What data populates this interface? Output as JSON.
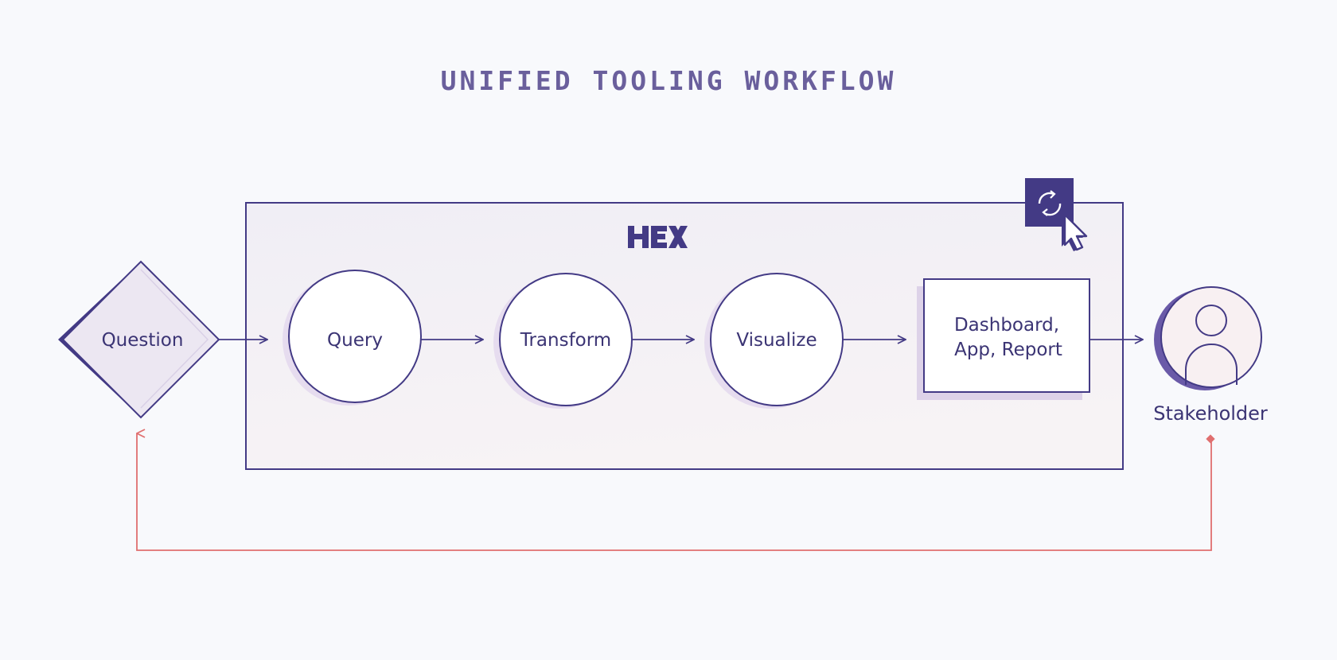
{
  "title": "UNIFIED TOOLING WORKFLOW",
  "brand": {
    "logo_text": "HEX"
  },
  "nodes": {
    "question": "Question",
    "query": "Query",
    "transform": "Transform",
    "visualize": "Visualize",
    "output_line1": "Dashboard,",
    "output_line2": "App, Report",
    "stakeholder": "Stakeholder"
  },
  "icons": {
    "refresh": "refresh-icon",
    "cursor": "cursor-arrow-icon",
    "person": "person-icon"
  },
  "colors": {
    "primary": "#433a85",
    "feedback": "#e06f6f",
    "panel": "#f1eff5",
    "diamond": "#ece7f2",
    "shadow": "#d7cde6"
  }
}
